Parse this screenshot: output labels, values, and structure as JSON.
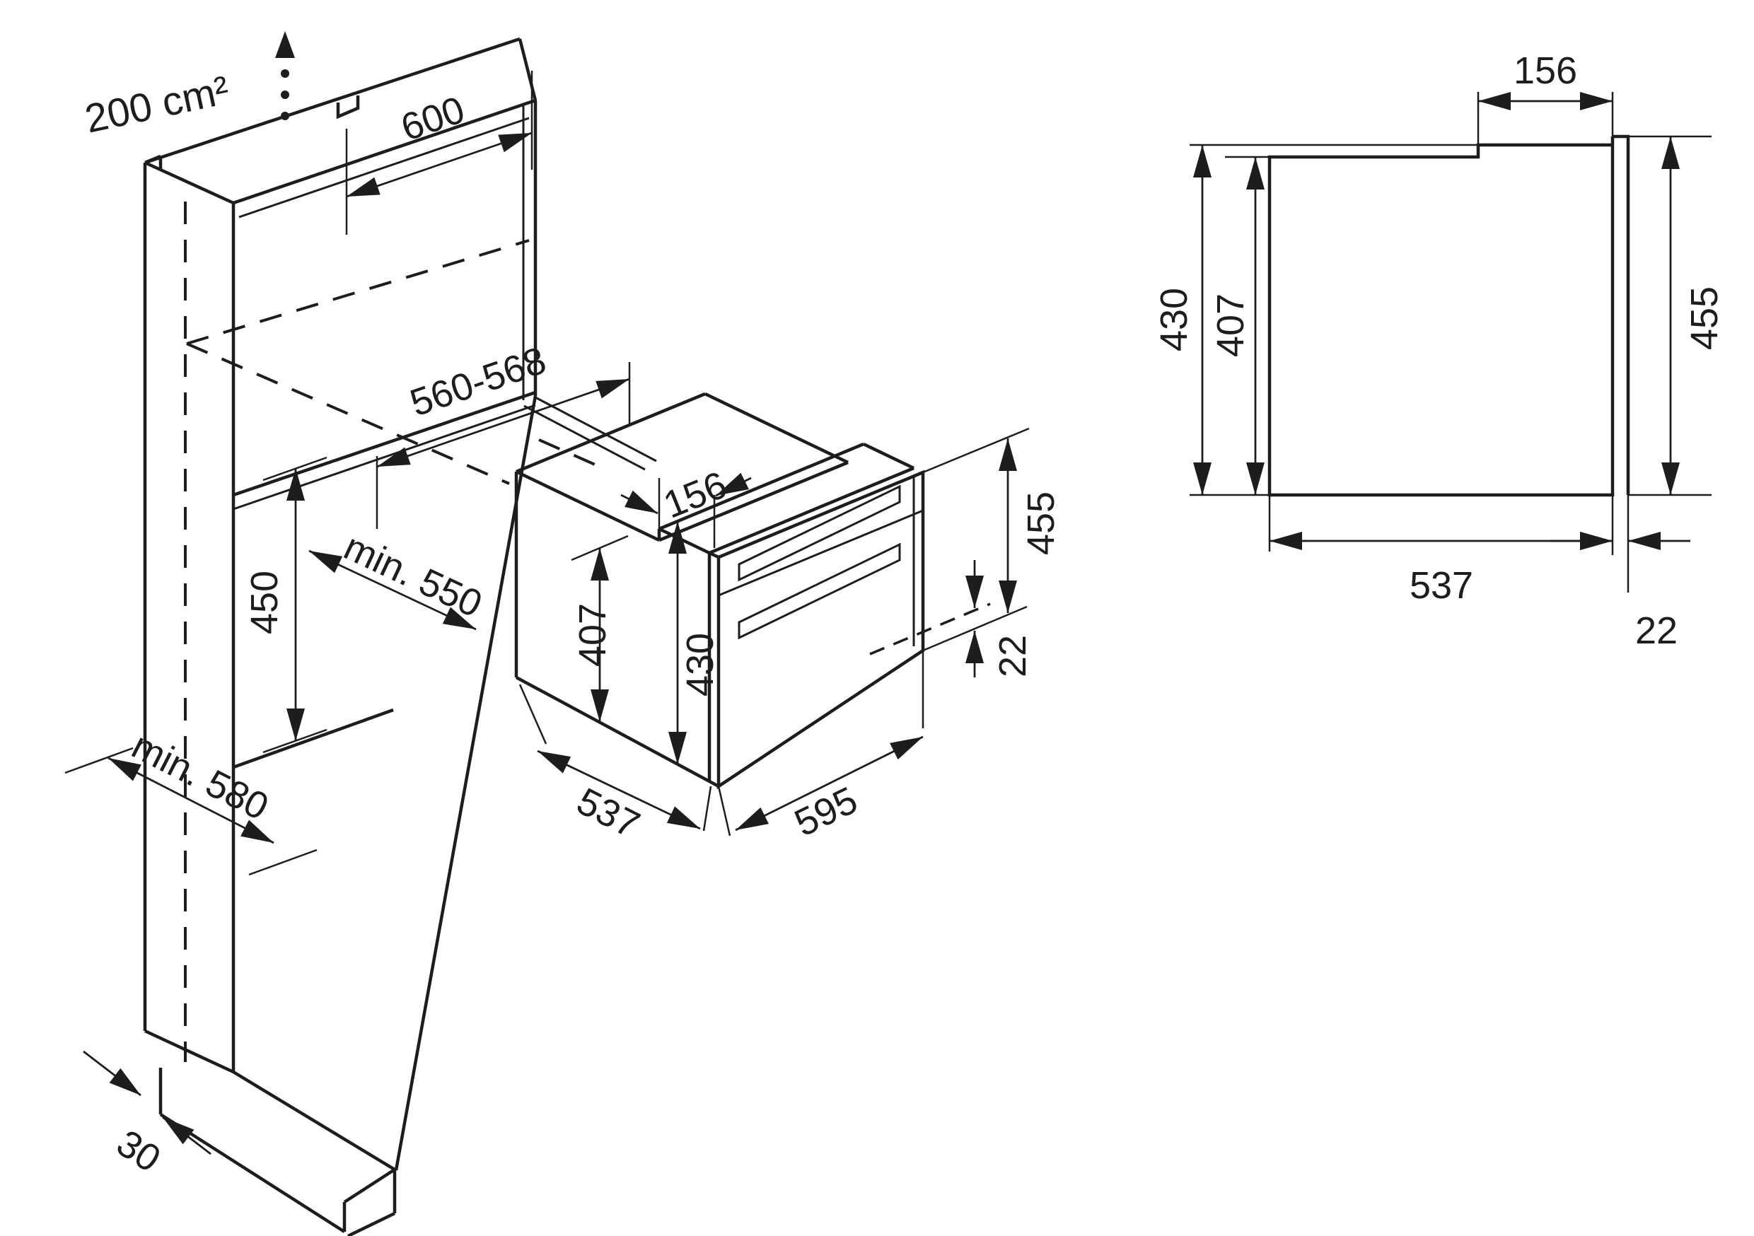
{
  "cabinet": {
    "vent_area": "200 cm²",
    "width": "600",
    "niche_width": "560-568",
    "niche_height": "450",
    "niche_depth": "min. 550",
    "depth": "min. 580",
    "plinth_recess": "30"
  },
  "oven": {
    "top_depth": "156",
    "body_height": "407",
    "front_height": "430",
    "panel_height": "455",
    "door_thickness": "22",
    "body_depth": "537",
    "width": "595"
  },
  "section": {
    "top_depth": "156",
    "overall_height": "430",
    "body_height": "407",
    "panel_height": "455",
    "body_depth": "537",
    "door_thickness": "22"
  },
  "colors": {
    "line": "#1d1d1b",
    "background": "#ffffff"
  }
}
